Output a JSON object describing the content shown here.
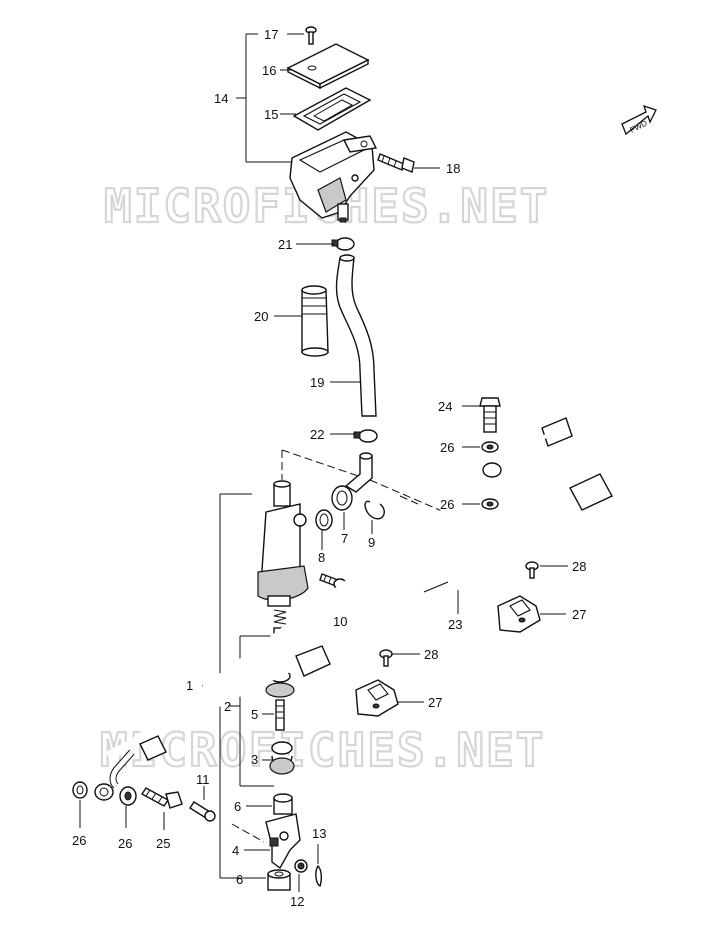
{
  "watermark": "MICROFICHES.NET",
  "fwd_label": "FWD",
  "callouts": {
    "c1": "1",
    "c2": "2",
    "c3": "3",
    "c4": "4",
    "c5": "5",
    "c6a": "6",
    "c6b": "6",
    "c7": "7",
    "c8": "8",
    "c9": "9",
    "c10": "10",
    "c11": "11",
    "c12": "12",
    "c13": "13",
    "c14": "14",
    "c15": "15",
    "c16": "16",
    "c17": "17",
    "c18": "18",
    "c19": "19",
    "c20": "20",
    "c21": "21",
    "c22": "22",
    "c23": "23",
    "c24": "24",
    "c25": "25",
    "c26a": "26",
    "c26b": "26",
    "c26c": "26",
    "c26d": "26",
    "c27a": "27",
    "c27b": "27",
    "c28a": "28",
    "c28b": "28"
  }
}
